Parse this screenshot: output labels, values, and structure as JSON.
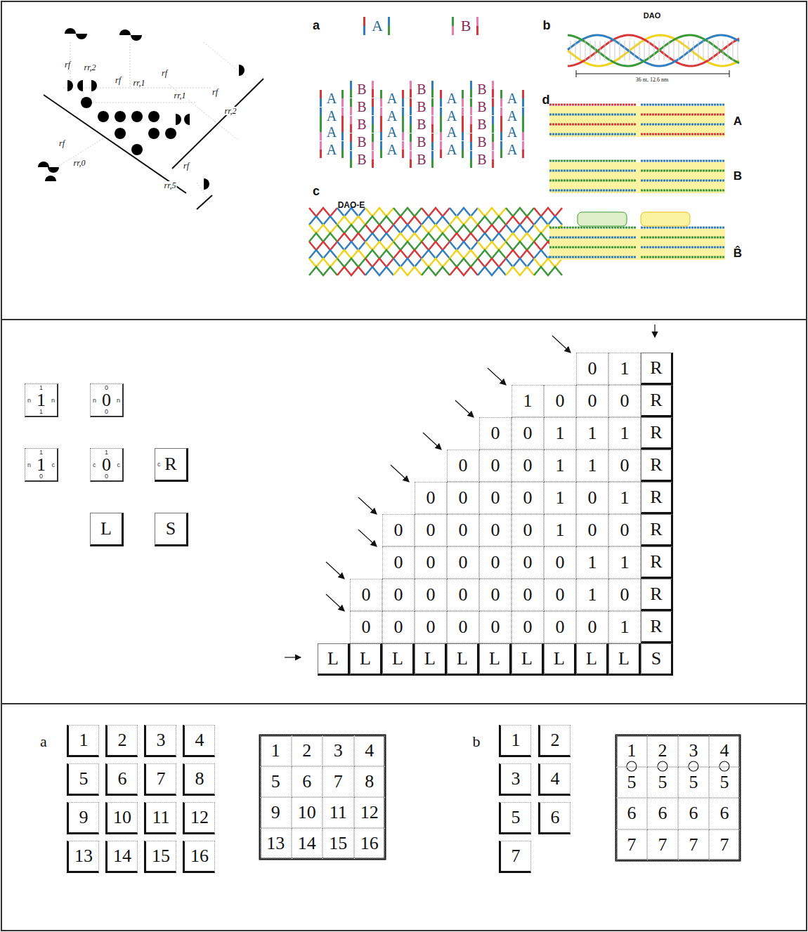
{
  "diagram": {
    "nodes": [
      {
        "text": [
          "1",
          "n",
          "n",
          "1",
          "1"
        ]
      },
      {
        "text": [
          "0",
          "n",
          "n",
          "0",
          "0"
        ]
      },
      {
        "text": [
          "1",
          "n",
          "c",
          "1",
          "0"
        ]
      },
      {
        "text": [
          "0",
          "c",
          "c",
          "1",
          "0"
        ]
      },
      {
        "text": [
          "R",
          "c"
        ]
      },
      {
        "text": [
          "L"
        ]
      },
      {
        "text": [
          "S"
        ]
      },
      {
        "text": [
          "0"
        ]
      },
      {
        "text": [
          "1"
        ]
      },
      {
        "text": [
          "R"
        ]
      },
      {
        "text": [
          "1"
        ]
      },
      {
        "text": [
          "0"
        ]
      },
      {
        "text": [
          "0"
        ]
      },
      {
        "text": [
          "0"
        ]
      },
      {
        "text": [
          "R"
        ]
      },
      {
        "text": [
          "0"
        ]
      },
      {
        "text": [
          "0"
        ]
      },
      {
        "text": [
          "1"
        ]
      },
      {
        "text": [
          "1"
        ]
      },
      {
        "text": [
          "1"
        ]
      },
      {
        "text": [
          "R"
        ]
      },
      {
        "text": [
          "0"
        ]
      },
      {
        "text": [
          "0"
        ]
      },
      {
        "text": [
          "0"
        ]
      },
      {
        "text": [
          "1"
        ]
      },
      {
        "text": [
          "1"
        ]
      },
      {
        "text": [
          "0"
        ]
      },
      {
        "text": [
          "R"
        ]
      },
      {
        "text": [
          "0"
        ]
      },
      {
        "text": [
          "0"
        ]
      },
      {
        "text": [
          "0"
        ]
      },
      {
        "text": [
          "0"
        ]
      },
      {
        "text": [
          "1"
        ]
      },
      {
        "text": [
          "0"
        ]
      },
      {
        "text": [
          "1"
        ]
      },
      {
        "text": [
          "R"
        ]
      },
      {
        "text": [
          "0"
        ]
      },
      {
        "text": [
          "0"
        ]
      },
      {
        "text": [
          "0"
        ]
      },
      {
        "text": [
          "0"
        ]
      },
      {
        "text": [
          "0"
        ]
      },
      {
        "text": [
          "1"
        ]
      },
      {
        "text": [
          "0"
        ]
      },
      {
        "text": [
          "0"
        ]
      },
      {
        "text": [
          "R"
        ]
      },
      {
        "text": [
          "0"
        ]
      },
      {
        "text": [
          "0"
        ]
      },
      {
        "text": [
          "0"
        ]
      },
      {
        "text": [
          "0"
        ]
      },
      {
        "text": [
          "0"
        ]
      },
      {
        "text": [
          "0"
        ]
      },
      {
        "text": [
          "1"
        ]
      },
      {
        "text": [
          "1"
        ]
      },
      {
        "text": [
          "R"
        ]
      },
      {
        "text": [
          "0"
        ]
      },
      {
        "text": [
          "0"
        ]
      },
      {
        "text": [
          "0"
        ]
      },
      {
        "text": [
          "0"
        ]
      },
      {
        "text": [
          "0"
        ]
      },
      {
        "text": [
          "0"
        ]
      },
      {
        "text": [
          "0"
        ]
      },
      {
        "text": [
          "1"
        ]
      },
      {
        "text": [
          "0"
        ]
      },
      {
        "text": [
          "R"
        ]
      },
      {
        "text": [
          "0"
        ]
      },
      {
        "text": [
          "0"
        ]
      },
      {
        "text": [
          "0"
        ]
      },
      {
        "text": [
          "0"
        ]
      },
      {
        "text": [
          "0"
        ]
      },
      {
        "text": [
          "0"
        ]
      },
      {
        "text": [
          "0"
        ]
      },
      {
        "text": [
          "0"
        ]
      },
      {
        "text": [
          "1"
        ]
      },
      {
        "text": [
          "R"
        ]
      },
      {
        "text": [
          "L"
        ]
      },
      {
        "text": [
          "L"
        ]
      },
      {
        "text": [
          "L"
        ]
      },
      {
        "text": [
          "L"
        ]
      },
      {
        "text": [
          "L"
        ]
      },
      {
        "text": [
          "L"
        ]
      },
      {
        "text": [
          "L"
        ]
      },
      {
        "text": [
          "L"
        ]
      },
      {
        "text": [
          "L"
        ]
      },
      {
        "text": [
          "L"
        ]
      },
      {
        "text": [
          "S"
        ]
      },
      {
        "text": [
          "1"
        ]
      },
      {
        "text": [
          "2"
        ]
      },
      {
        "text": [
          "3"
        ]
      },
      {
        "text": [
          "4"
        ]
      },
      {
        "text": [
          "5"
        ]
      },
      {
        "text": [
          "6"
        ]
      },
      {
        "text": [
          "7"
        ]
      },
      {
        "text": [
          "8"
        ]
      },
      {
        "text": [
          "9"
        ]
      },
      {
        "text": [
          "10"
        ]
      },
      {
        "text": [
          "11"
        ]
      },
      {
        "text": [
          "12"
        ]
      },
      {
        "text": [
          "13"
        ]
      },
      {
        "text": [
          "14"
        ]
      },
      {
        "text": [
          "15"
        ]
      },
      {
        "text": [
          "16"
        ]
      },
      {
        "text": [
          "1"
        ]
      },
      {
        "text": [
          "2"
        ]
      },
      {
        "text": [
          "3"
        ]
      },
      {
        "text": [
          "4"
        ]
      },
      {
        "text": [
          "5"
        ]
      },
      {
        "text": [
          "6"
        ]
      },
      {
        "text": [
          "7"
        ]
      },
      {
        "text": [
          "8"
        ]
      },
      {
        "text": [
          "9"
        ]
      },
      {
        "text": [
          "10"
        ]
      },
      {
        "text": [
          "11"
        ]
      },
      {
        "text": [
          "12"
        ]
      },
      {
        "text": [
          "13"
        ]
      },
      {
        "text": [
          "14"
        ]
      },
      {
        "text": [
          "15"
        ]
      },
      {
        "text": [
          "16"
        ]
      },
      {
        "text": [
          "1"
        ]
      },
      {
        "text": [
          "2"
        ]
      },
      {
        "text": [
          "3"
        ]
      },
      {
        "text": [
          "4"
        ]
      },
      {
        "text": [
          "5"
        ]
      },
      {
        "text": [
          "6"
        ]
      },
      {
        "text": [
          "7"
        ]
      },
      {
        "text": [
          "1"
        ]
      },
      {
        "text": [
          "2"
        ]
      },
      {
        "text": [
          "3"
        ]
      },
      {
        "text": [
          "4"
        ]
      },
      {
        "text": [
          "5"
        ]
      },
      {
        "text": [
          "5"
        ]
      },
      {
        "text": [
          "5"
        ]
      },
      {
        "text": [
          "5"
        ]
      },
      {
        "text": [
          "6"
        ]
      },
      {
        "text": [
          "6"
        ]
      },
      {
        "text": [
          "6"
        ]
      },
      {
        "text": [
          "6"
        ]
      },
      {
        "text": [
          "7"
        ]
      },
      {
        "text": [
          "7"
        ]
      },
      {
        "text": [
          "7"
        ]
      },
      {
        "text": [
          "7"
        ]
      }
    ],
    "labels": [
      "rf",
      "rr,2",
      "rf",
      "rr,1",
      "rf",
      "rr,1",
      "rf",
      "rr,2",
      "rf",
      "rr,0",
      "rf",
      "rr,5",
      "a",
      "A",
      "B",
      "A",
      "A",
      "A",
      "A",
      "B",
      "B",
      "B",
      "B",
      "B",
      "A",
      "A",
      "A",
      "A",
      "B",
      "B",
      "B",
      "B",
      "B",
      "A",
      "A",
      "A",
      "A",
      "B",
      "B",
      "B",
      "B",
      "B",
      "A",
      "A",
      "A",
      "A",
      "b",
      "DAO",
      "36 nt, 12.6 nm",
      "c",
      "DAO-E",
      "d",
      "A",
      "B",
      "B̂",
      "a",
      "b"
    ]
  }
}
